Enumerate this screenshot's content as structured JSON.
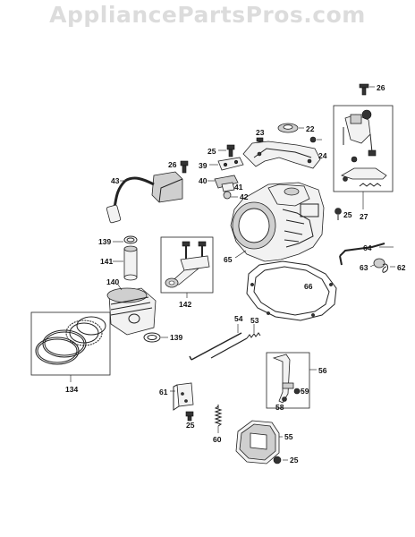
{
  "watermark": "AppliancePartsPros.com",
  "callouts": [
    {
      "id": "26a",
      "label": "26"
    },
    {
      "id": "22",
      "label": "22"
    },
    {
      "id": "23",
      "label": "23"
    },
    {
      "id": "25a",
      "label": "25"
    },
    {
      "id": "24",
      "label": "24"
    },
    {
      "id": "39",
      "label": "39"
    },
    {
      "id": "26b",
      "label": "26"
    },
    {
      "id": "43",
      "label": "43"
    },
    {
      "id": "40",
      "label": "40"
    },
    {
      "id": "41",
      "label": "41"
    },
    {
      "id": "42",
      "label": "42"
    },
    {
      "id": "25b",
      "label": "25"
    },
    {
      "id": "27",
      "label": "27"
    },
    {
      "id": "139a",
      "label": "139"
    },
    {
      "id": "141",
      "label": "141"
    },
    {
      "id": "140",
      "label": "140"
    },
    {
      "id": "142",
      "label": "142"
    },
    {
      "id": "65",
      "label": "65"
    },
    {
      "id": "64",
      "label": "64"
    },
    {
      "id": "63",
      "label": "63"
    },
    {
      "id": "62",
      "label": "62"
    },
    {
      "id": "66",
      "label": "66"
    },
    {
      "id": "139b",
      "label": "139"
    },
    {
      "id": "134",
      "label": "134"
    },
    {
      "id": "54",
      "label": "54"
    },
    {
      "id": "53",
      "label": "53"
    },
    {
      "id": "56",
      "label": "56"
    },
    {
      "id": "59",
      "label": "59"
    },
    {
      "id": "58",
      "label": "58"
    },
    {
      "id": "61",
      "label": "61"
    },
    {
      "id": "25c",
      "label": "25"
    },
    {
      "id": "60",
      "label": "60"
    },
    {
      "id": "55",
      "label": "55"
    },
    {
      "id": "25d",
      "label": "25"
    }
  ]
}
